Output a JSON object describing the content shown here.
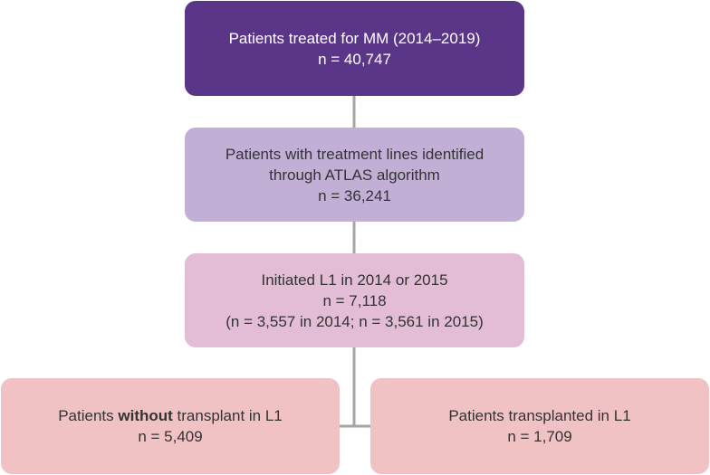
{
  "colors": {
    "box1_fill": "#5b3587",
    "box2_fill": "#c2afd6",
    "box3_fill": "#e2bdd5",
    "box4_fill": "#f1c2c4",
    "box5_fill": "#f1c2c4",
    "connector": "#a6a6a6"
  },
  "boxes": {
    "total": {
      "title": "Patients treated for MM (2014–2019)",
      "count": "n = 40,747"
    },
    "atlas": {
      "title_line1": "Patients with treatment lines identified",
      "title_line2": "through ATLAS algorithm",
      "count": "n = 36,241"
    },
    "initiated": {
      "title": "Initiated L1 in 2014 or 2015",
      "count": "n = 7,118",
      "detail": "(n = 3,557 in 2014; n = 3,561 in 2015)"
    },
    "no_transplant": {
      "prefix": "Patients ",
      "emphasis": "without",
      "suffix": " transplant in L1",
      "count": "n = 5,409"
    },
    "transplanted": {
      "title": "Patients transplanted in L1",
      "count": "n = 1,709"
    }
  }
}
